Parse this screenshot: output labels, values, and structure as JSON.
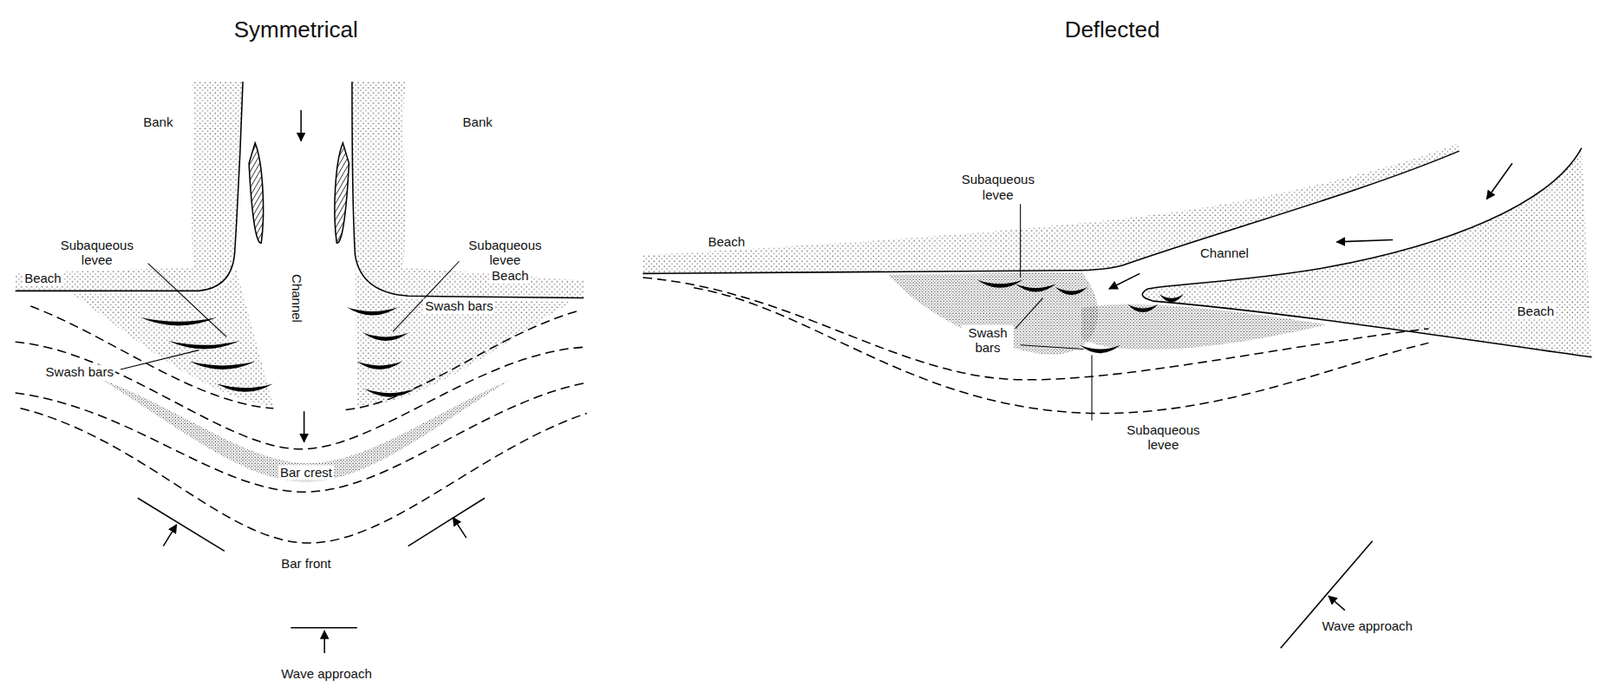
{
  "diagram": {
    "labels": [
      "Symmetrical",
      "Bank",
      "Bank",
      "Subaqueous levee",
      "Subaqueous levee",
      "Beach",
      "Channel",
      "Beach",
      "Swash bars",
      "Swash bars",
      "Bar crest",
      "Bar front",
      "Wave approach",
      "Deflected",
      "Subaqueous levee",
      "Beach",
      "Channel",
      "Swash bars",
      "Beach",
      "Subaqueous levee",
      "Wave approach"
    ]
  }
}
